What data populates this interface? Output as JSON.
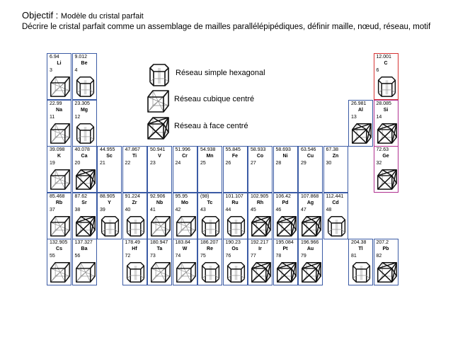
{
  "header": {
    "objective_label": "Objectif :",
    "objective_text": "Modèle du cristal parfait",
    "description": "Décrire le cristal parfait comme un assemblage de mailles parallélépipédiques, définir maille, nœud, réseau, motif"
  },
  "legend": [
    {
      "type": "hex",
      "label": "Réseau simple hexagonal"
    },
    {
      "type": "bcc",
      "label": "Réseau cubique centré"
    },
    {
      "type": "fcc",
      "label": "Réseau à face centré"
    }
  ],
  "elements": [
    {
      "mass": "6.94",
      "symbol": "Li",
      "number": "3",
      "lattice": "bcc",
      "row": 1,
      "col": 1
    },
    {
      "mass": "9.012",
      "symbol": "Be",
      "number": "4",
      "lattice": "hex",
      "row": 1,
      "col": 2
    },
    {
      "mass": "12.001",
      "symbol": "C",
      "number": "6",
      "lattice": "hex",
      "row": 1,
      "col": 14,
      "border": "red"
    },
    {
      "mass": "22.99",
      "symbol": "Na",
      "number": "11",
      "lattice": "bcc",
      "row": 2,
      "col": 1
    },
    {
      "mass": "23.305",
      "symbol": "Mg",
      "number": "12",
      "lattice": "hex",
      "row": 2,
      "col": 2
    },
    {
      "mass": "26.981",
      "symbol": "Al",
      "number": "13",
      "lattice": "fcc",
      "row": 2,
      "col": 13
    },
    {
      "mass": "28.085",
      "symbol": "Si",
      "number": "14",
      "lattice": "fcc",
      "row": 2,
      "col": 14,
      "border": "magenta"
    },
    {
      "mass": "39.098",
      "symbol": "K",
      "number": "19",
      "lattice": "bcc",
      "row": 3,
      "col": 1
    },
    {
      "mass": "40.078",
      "symbol": "Ca",
      "number": "20",
      "lattice": "fcc",
      "row": 3,
      "col": 2
    },
    {
      "mass": "44.955",
      "symbol": "Sc",
      "number": "21",
      "lattice": "",
      "row": 3,
      "col": 3
    },
    {
      "mass": "47.867",
      "symbol": "Ti",
      "number": "22",
      "lattice": "",
      "row": 3,
      "col": 4
    },
    {
      "mass": "50.941",
      "symbol": "V",
      "number": "23",
      "lattice": "",
      "row": 3,
      "col": 5
    },
    {
      "mass": "51.996",
      "symbol": "Cr",
      "number": "24",
      "lattice": "",
      "row": 3,
      "col": 6
    },
    {
      "mass": "54.938",
      "symbol": "Mn",
      "number": "25",
      "lattice": "",
      "row": 3,
      "col": 7
    },
    {
      "mass": "55.845",
      "symbol": "Fe",
      "number": "26",
      "lattice": "",
      "row": 3,
      "col": 8
    },
    {
      "mass": "58.933",
      "symbol": "Co",
      "number": "27",
      "lattice": "",
      "row": 3,
      "col": 9
    },
    {
      "mass": "58.693",
      "symbol": "Ni",
      "number": "28",
      "lattice": "",
      "row": 3,
      "col": 10
    },
    {
      "mass": "63.546",
      "symbol": "Cu",
      "number": "29",
      "lattice": "",
      "row": 3,
      "col": 11
    },
    {
      "mass": "67.38",
      "symbol": "Zn",
      "number": "30",
      "lattice": "",
      "row": 3,
      "col": 12
    },
    {
      "mass": "72.63",
      "symbol": "Ge",
      "number": "32",
      "lattice": "fcc",
      "row": 3,
      "col": 14,
      "border": "magenta"
    },
    {
      "mass": "85.468",
      "symbol": "Rb",
      "number": "37",
      "lattice": "bcc",
      "row": 4,
      "col": 1
    },
    {
      "mass": "87.62",
      "symbol": "Sr",
      "number": "38",
      "lattice": "fcc",
      "row": 4,
      "col": 2
    },
    {
      "mass": "88.905",
      "symbol": "Y",
      "number": "39",
      "lattice": "hex",
      "row": 4,
      "col": 3
    },
    {
      "mass": "91.224",
      "symbol": "Zr",
      "number": "40",
      "lattice": "hex",
      "row": 4,
      "col": 4
    },
    {
      "mass": "92.906",
      "symbol": "Nb",
      "number": "41",
      "lattice": "bcc",
      "row": 4,
      "col": 5
    },
    {
      "mass": "95.95",
      "symbol": "Mo",
      "number": "42",
      "lattice": "bcc",
      "row": 4,
      "col": 6
    },
    {
      "mass": "(98)",
      "symbol": "Tc",
      "number": "43",
      "lattice": "hex",
      "row": 4,
      "col": 7
    },
    {
      "mass": "101.107",
      "symbol": "Ru",
      "number": "44",
      "lattice": "hex",
      "row": 4,
      "col": 8
    },
    {
      "mass": "102.905",
      "symbol": "Rh",
      "number": "45",
      "lattice": "fcc",
      "row": 4,
      "col": 9
    },
    {
      "mass": "106.42",
      "symbol": "Pd",
      "number": "46",
      "lattice": "fcc",
      "row": 4,
      "col": 10
    },
    {
      "mass": "107.868",
      "symbol": "Ag",
      "number": "47",
      "lattice": "fcc",
      "row": 4,
      "col": 11
    },
    {
      "mass": "112.441",
      "symbol": "Cd",
      "number": "48",
      "lattice": "hex",
      "row": 4,
      "col": 12
    },
    {
      "mass": "132.905",
      "symbol": "Cs",
      "number": "55",
      "lattice": "bcc",
      "row": 5,
      "col": 1
    },
    {
      "mass": "137.327",
      "symbol": "Ba",
      "number": "56",
      "lattice": "bcc",
      "row": 5,
      "col": 2
    },
    {
      "mass": "178.49",
      "symbol": "Hf",
      "number": "72",
      "lattice": "hex",
      "row": 5,
      "col": 4
    },
    {
      "mass": "180.947",
      "symbol": "Ta",
      "number": "73",
      "lattice": "bcc",
      "row": 5,
      "col": 5
    },
    {
      "mass": "183.84",
      "symbol": "W",
      "number": "74",
      "lattice": "bcc",
      "row": 5,
      "col": 6
    },
    {
      "mass": "186.207",
      "symbol": "Re",
      "number": "75",
      "lattice": "hex",
      "row": 5,
      "col": 7
    },
    {
      "mass": "190.23",
      "symbol": "Os",
      "number": "76",
      "lattice": "hex",
      "row": 5,
      "col": 8
    },
    {
      "mass": "192.217",
      "symbol": "Ir",
      "number": "77",
      "lattice": "fcc",
      "row": 5,
      "col": 9
    },
    {
      "mass": "195.084",
      "symbol": "Pt",
      "number": "78",
      "lattice": "fcc",
      "row": 5,
      "col": 10
    },
    {
      "mass": "196.966",
      "symbol": "Au",
      "number": "79",
      "lattice": "fcc",
      "row": 5,
      "col": 11
    },
    {
      "mass": "204.38",
      "symbol": "Tl",
      "number": "81",
      "lattice": "hex",
      "row": 5,
      "col": 13
    },
    {
      "mass": "207.2",
      "symbol": "Pb",
      "number": "82",
      "lattice": "fcc",
      "row": 5,
      "col": 14
    }
  ]
}
